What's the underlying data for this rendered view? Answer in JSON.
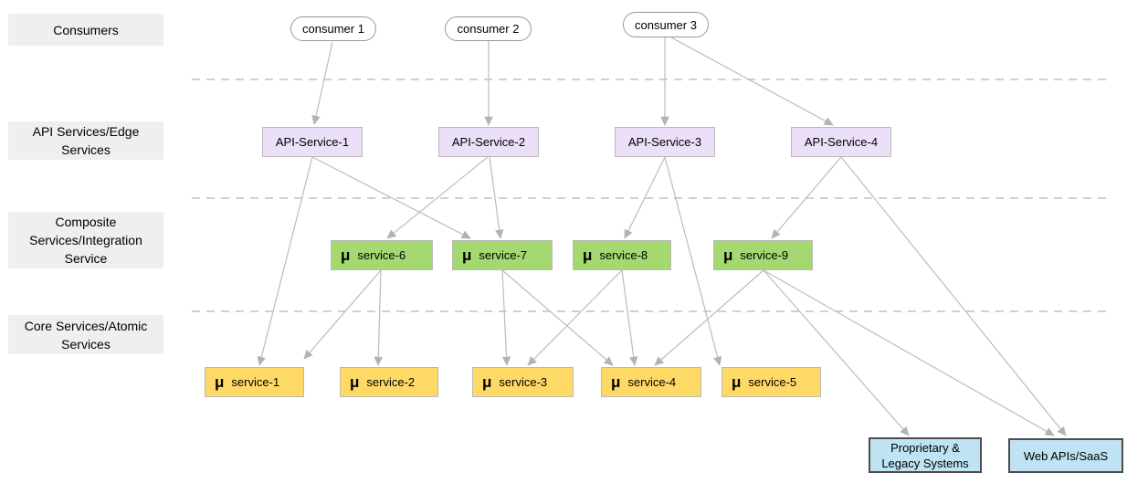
{
  "layers": {
    "consumers": {
      "label": "Consumers"
    },
    "api": {
      "label": "API Services/Edge Services"
    },
    "composite": {
      "label": "Composite Services/Integration Service"
    },
    "core": {
      "label": "Core Services/Atomic Services"
    }
  },
  "glyphs": {
    "mu": "μ"
  },
  "nodes": {
    "consumer1": {
      "label": "consumer 1"
    },
    "consumer2": {
      "label": "consumer 2"
    },
    "consumer3": {
      "label": "consumer 3"
    },
    "api1": {
      "label": "API-Service-1"
    },
    "api2": {
      "label": "API-Service-2"
    },
    "api3": {
      "label": "API-Service-3"
    },
    "api4": {
      "label": "API-Service-4"
    },
    "service6": {
      "label": "service-6"
    },
    "service7": {
      "label": "service-7"
    },
    "service8": {
      "label": "service-8"
    },
    "service9": {
      "label": "service-9"
    },
    "service1": {
      "label": "service-1"
    },
    "service2": {
      "label": "service-2"
    },
    "service3": {
      "label": "service-3"
    },
    "service4": {
      "label": "service-4"
    },
    "service5": {
      "label": "service-5"
    },
    "legacy": {
      "label": "Proprietary &\nLegacy Systems"
    },
    "webapis": {
      "label": "Web APIs/SaaS"
    }
  },
  "edges": [
    {
      "from": "consumer1",
      "to": "api1"
    },
    {
      "from": "consumer2",
      "to": "api2"
    },
    {
      "from": "consumer3",
      "to": "api3"
    },
    {
      "from": "consumer3",
      "to": "api4"
    },
    {
      "from": "api1",
      "to": "service7"
    },
    {
      "from": "api1",
      "to": "service1"
    },
    {
      "from": "api2",
      "to": "service6"
    },
    {
      "from": "api2",
      "to": "service7"
    },
    {
      "from": "api3",
      "to": "service8"
    },
    {
      "from": "api3",
      "to": "service5"
    },
    {
      "from": "api4",
      "to": "service9"
    },
    {
      "from": "api4",
      "to": "webapis"
    },
    {
      "from": "service6",
      "to": "service1"
    },
    {
      "from": "service6",
      "to": "service2"
    },
    {
      "from": "service7",
      "to": "service3"
    },
    {
      "from": "service7",
      "to": "service4"
    },
    {
      "from": "service8",
      "to": "service3"
    },
    {
      "from": "service8",
      "to": "service4"
    },
    {
      "from": "service9",
      "to": "service4"
    },
    {
      "from": "service9",
      "to": "legacy"
    },
    {
      "from": "service9",
      "to": "webapis"
    }
  ],
  "colors": {
    "background": "#ffffff",
    "layer_label_fill": "#efefef",
    "api_fill": "#ebe0f7",
    "composite_fill": "#a3d970",
    "core_fill": "#ffd966",
    "external_fill": "#bfe3f2",
    "external_border": "#4d4d4d",
    "node_border": "#b9b9b9",
    "edge": "#bcbcbc"
  }
}
